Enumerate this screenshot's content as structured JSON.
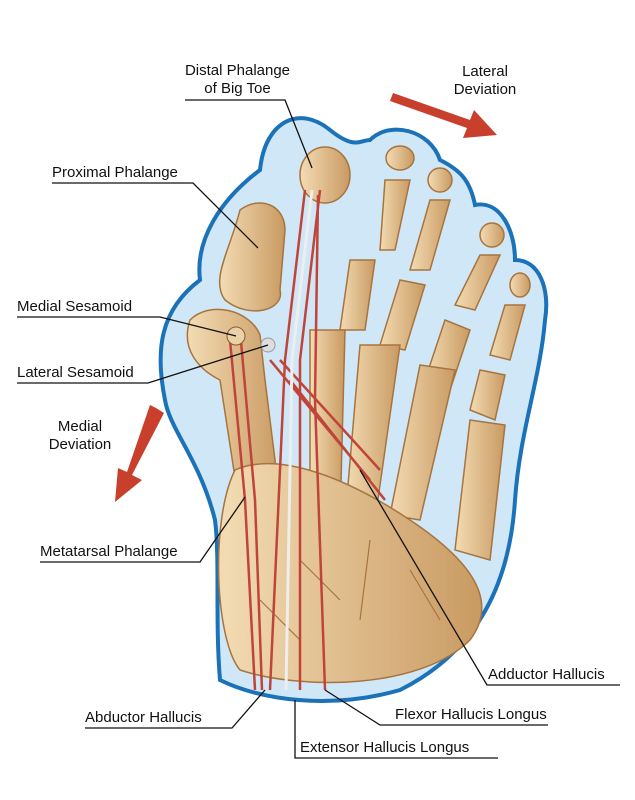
{
  "labels": {
    "distal_1": "Distal Phalange",
    "distal_2": "of Big Toe",
    "lateral_1": "Lateral",
    "lateral_2": "Deviation",
    "proximal": "Proximal Phalange",
    "medial_sesamoid": "Medial Sesamoid",
    "lateral_sesamoid": "Lateral Sesamoid",
    "medial_1": "Medial",
    "medial_2": "Deviation",
    "metatarsal": "Metatarsal Phalange",
    "adductor": "Adductor Hallucis",
    "flexor": "Flexor Hallucis Longus",
    "abductor": "Abductor Hallucis",
    "extensor": "Extensor Hallucis Longus"
  },
  "colors": {
    "outline": "#1b72b8",
    "skin": "#cfe7f6",
    "bone": "#e6c595",
    "bone_shade": "#b98a55",
    "tendon": "#c0443a",
    "arrow": "#c8402c"
  }
}
